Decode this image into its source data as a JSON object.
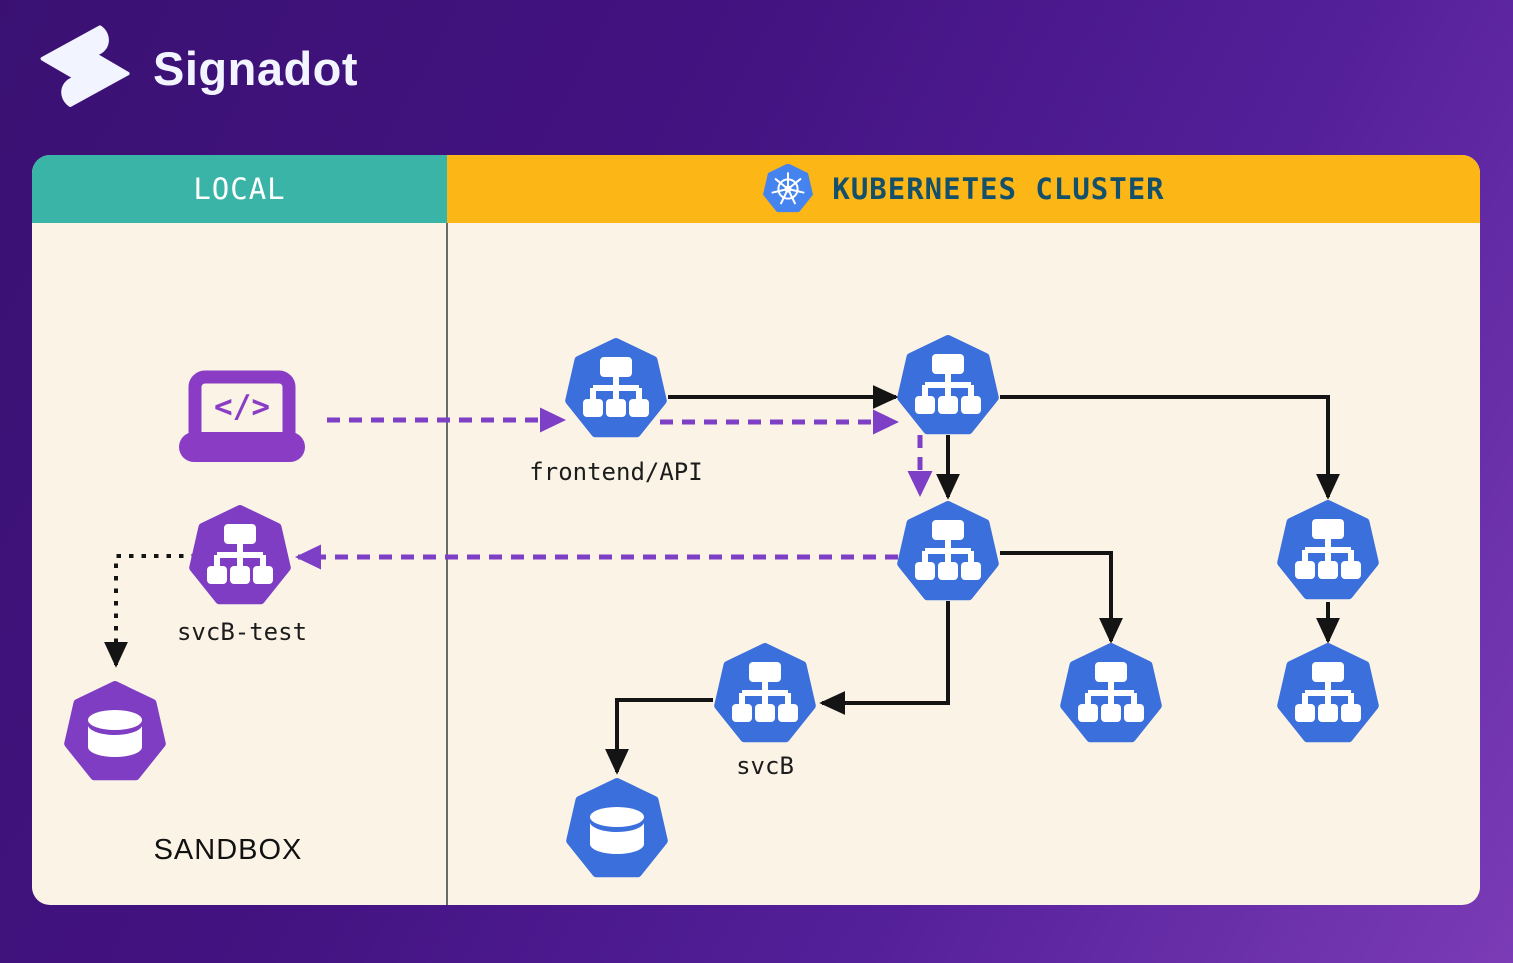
{
  "brand": {
    "name": "Signadot",
    "logo_icon": "signadot-s-mark"
  },
  "header": {
    "local": {
      "label": "LOCAL",
      "accent": "#3ab4a7",
      "text_color": "#ffffff"
    },
    "cluster": {
      "label": "KUBERNETES CLUSTER",
      "icon": "kubernetes-wheel-icon",
      "accent": "#fcb616",
      "text_color": "#15506b"
    }
  },
  "colors": {
    "background_top_left": "#3a1173",
    "background_bottom_right": "#7b3cb6",
    "panel_background": "#faf3e6",
    "service_hexagon_blue": "#3b6fdc",
    "sandbox_hexagon_purple": "#7e3dc3",
    "laptop_purple": "#8a3dc4",
    "arrow_black": "#141414",
    "arrow_purple": "#7d3fc5",
    "divider_gray": "#6a6a6a"
  },
  "local_zone": {
    "caption": "SANDBOX",
    "nodes": [
      {
        "id": "dev-laptop",
        "icon": "laptop-code-icon",
        "glyph": "</>",
        "label": ""
      },
      {
        "id": "svcB-test",
        "icon": "service-icon",
        "label": "svcB-test"
      },
      {
        "id": "sandbox-db",
        "icon": "database-icon",
        "label": ""
      }
    ]
  },
  "cluster_zone": {
    "nodes": [
      {
        "id": "frontend-api",
        "icon": "service-icon",
        "label": "frontend/API"
      },
      {
        "id": "svc-top",
        "icon": "service-icon",
        "label": ""
      },
      {
        "id": "svc-mid",
        "icon": "service-icon",
        "label": ""
      },
      {
        "id": "svcB",
        "icon": "service-icon",
        "label": "svcB"
      },
      {
        "id": "svc-child",
        "icon": "service-icon",
        "label": ""
      },
      {
        "id": "svc-right-1",
        "icon": "service-icon",
        "label": ""
      },
      {
        "id": "svc-right-2",
        "icon": "service-icon",
        "label": ""
      },
      {
        "id": "cluster-db",
        "icon": "database-icon",
        "label": ""
      }
    ]
  },
  "edges": [
    {
      "from": "dev-laptop",
      "to": "frontend-api",
      "style": "dashed-purple"
    },
    {
      "from": "frontend-api",
      "to": "svc-top",
      "style": "solid-black"
    },
    {
      "from": "frontend-api",
      "to": "svc-top",
      "style": "dashed-purple"
    },
    {
      "from": "svc-top",
      "to": "svc-right-1",
      "style": "solid-black"
    },
    {
      "from": "svc-top",
      "to": "svc-mid",
      "style": "solid-black"
    },
    {
      "from": "svc-top",
      "to": "svc-mid",
      "style": "dashed-purple"
    },
    {
      "from": "svc-mid",
      "to": "svcB-test",
      "style": "dashed-purple"
    },
    {
      "from": "svc-mid",
      "to": "svc-child",
      "style": "solid-black"
    },
    {
      "from": "svc-mid",
      "to": "svcB",
      "style": "solid-black"
    },
    {
      "from": "svcB",
      "to": "cluster-db",
      "style": "solid-black"
    },
    {
      "from": "svc-right-1",
      "to": "svc-right-2",
      "style": "solid-black"
    },
    {
      "from": "svcB-test",
      "to": "sandbox-db",
      "style": "dotted-black"
    }
  ]
}
